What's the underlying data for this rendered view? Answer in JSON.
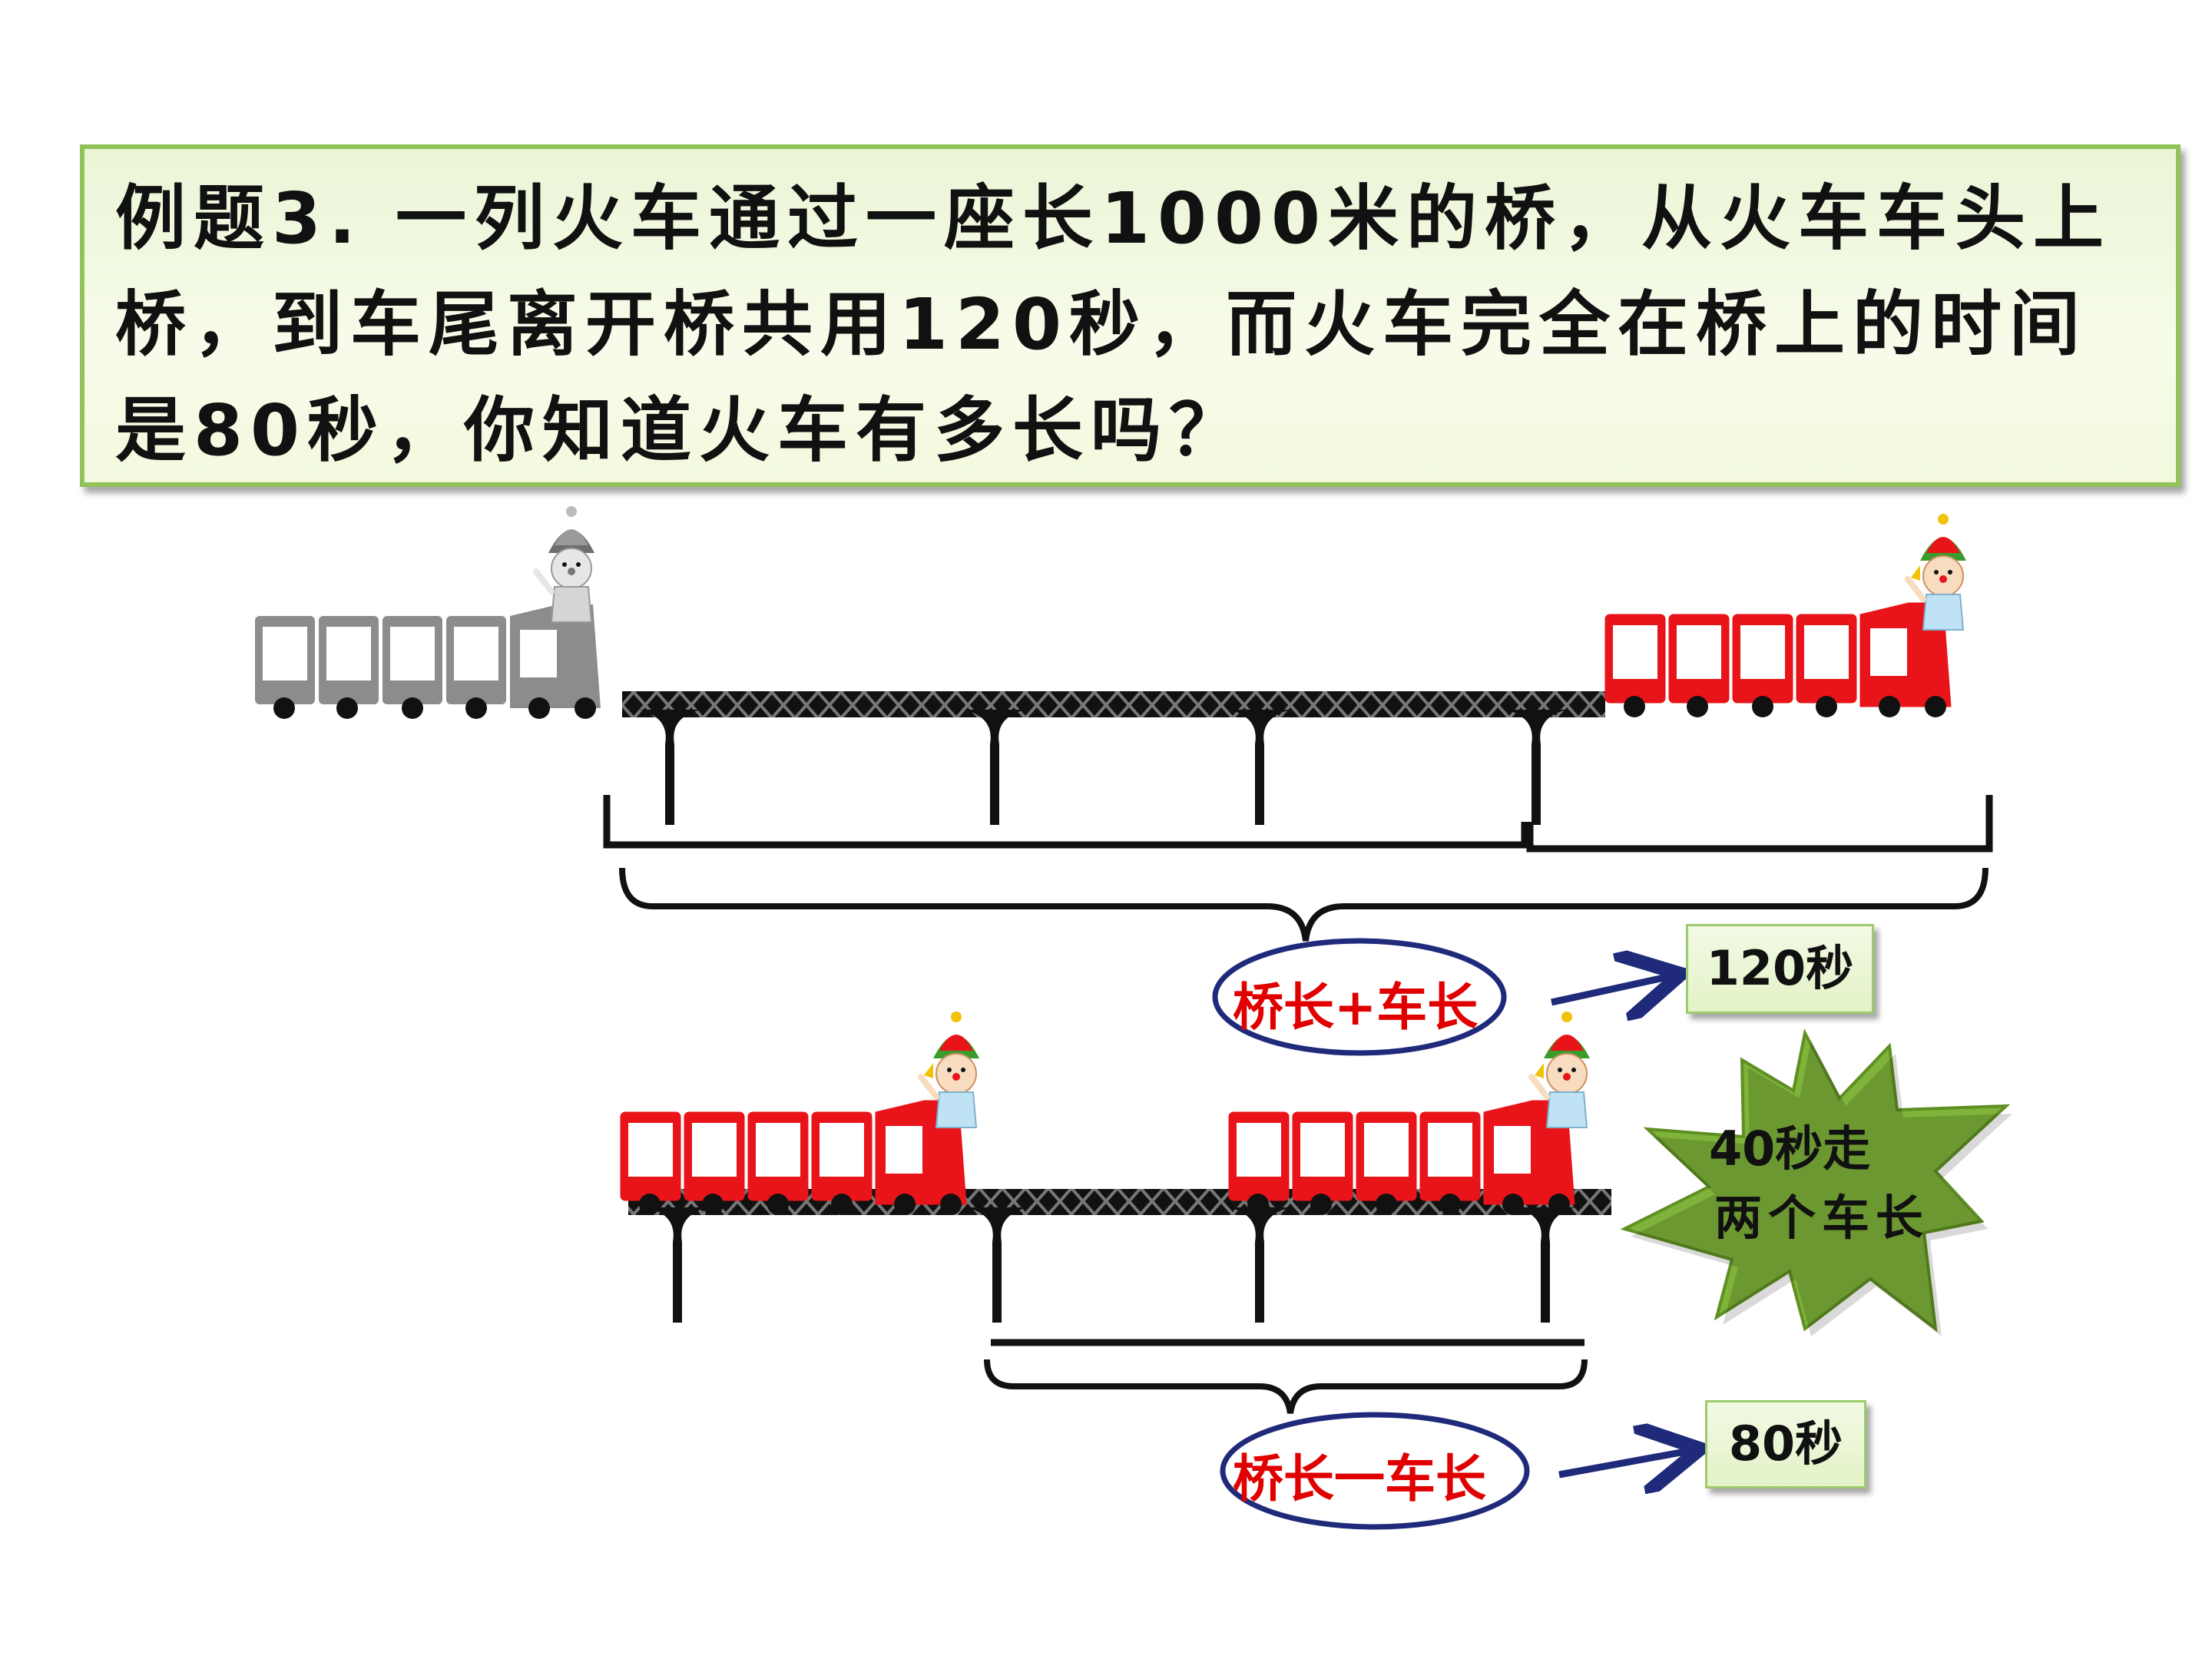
{
  "problem": {
    "text": "例题3. 一列火车通过一座长1000米的桥，从火车车头上桥，到车尾离开桥共用120秒，而火车完全在桥上的时间是80秒，你知道火车有多长吗？"
  },
  "labels": {
    "bridge_plus_train": "桥长+车长",
    "bridge_minus_train": "桥长一车长",
    "time_total": "120秒",
    "time_inside": "80秒",
    "burst_line1": "40秒走",
    "burst_line2": "两个车长"
  },
  "colors": {
    "box_border": "#92c25a",
    "train_red": "#e8141a",
    "train_gray": "#8c8c8c",
    "oval_border": "#1f2a7a",
    "arrow": "#1f2a7a",
    "label_red": "#e00000",
    "burst_fill": "#7fb33a"
  },
  "icons": {
    "train": "train-icon",
    "driver": "clown-driver-icon",
    "bridge": "truss-bridge-icon",
    "burst": "starburst-icon"
  }
}
